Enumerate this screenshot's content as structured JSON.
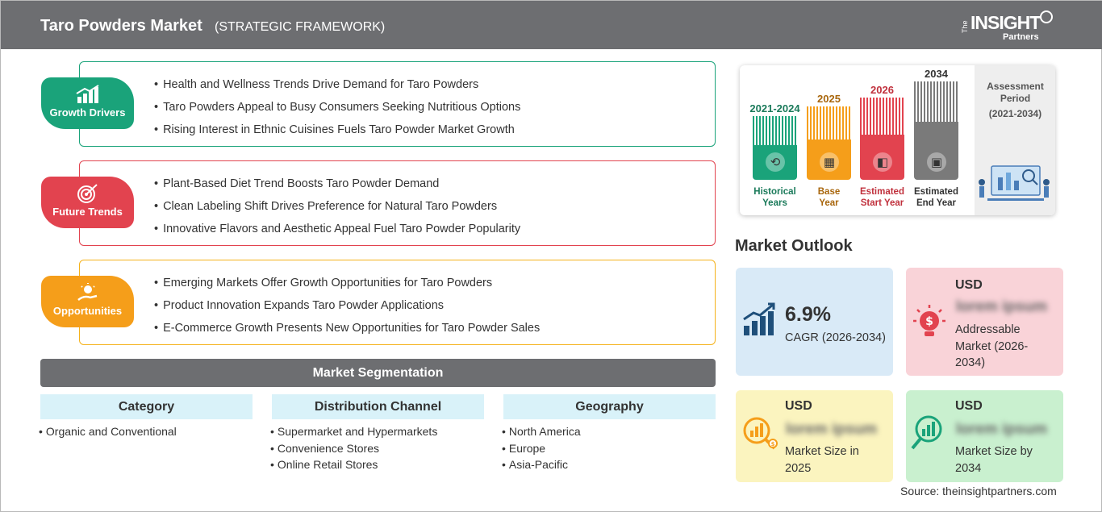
{
  "header": {
    "title": "Taro Powders Market",
    "subtitle": "(STRATEGIC FRAMEWORK)",
    "logo": {
      "the": "The",
      "insight": "INSIGHT",
      "partners": "Partners"
    }
  },
  "framework": [
    {
      "label": "Growth Drivers",
      "color": "#1aa37a",
      "icon": "bar-growth-icon",
      "items": [
        "Health and Wellness Trends Drive Demand for Taro Powders",
        "Taro Powders Appeal to Busy Consumers Seeking Nutritious Options",
        "Rising Interest in Ethnic Cuisines Fuels Taro Powder Market Growth"
      ]
    },
    {
      "label": "Future Trends",
      "color": "#e2434f",
      "icon": "target-icon",
      "items": [
        "Plant-Based Diet Trend Boosts Taro Powder Demand",
        "Clean Labeling Shift Drives Preference for Natural Taro Powders",
        "Innovative Flavors and Aesthetic Appeal Fuel Taro Powder Popularity"
      ]
    },
    {
      "label": "Opportunities",
      "color": "#f59e1a",
      "icon": "lightbulb-hand-icon",
      "items": [
        "Emerging Markets Offer Growth Opportunities for Taro Powders",
        "Product Innovation Expands Taro Powder Applications",
        "E-Commerce Growth Presents New Opportunities for Taro Powder Sales"
      ]
    }
  ],
  "segmentation": {
    "title": "Market Segmentation",
    "columns": [
      {
        "heading": "Category",
        "items": [
          "Organic and Conventional"
        ]
      },
      {
        "heading": "Distribution Channel",
        "items": [
          "Supermarket and Hypermarkets",
          "Convenience Stores",
          "Online Retail Stores"
        ]
      },
      {
        "heading": "Geography",
        "items": [
          "North America",
          "Europe",
          "Asia-Pacific"
        ]
      }
    ]
  },
  "assessment": {
    "title": "Assessment Period",
    "period": "(2021-2034)",
    "bars": [
      {
        "year": "2021-2024",
        "label": [
          "Historical",
          "Years"
        ],
        "color": "#1aa37a",
        "yearColor": "#1a7a5a",
        "icon": "history-icon"
      },
      {
        "year": "2025",
        "label": [
          "Base",
          "Year"
        ],
        "color": "#f59e1a",
        "yearColor": "#a8660c",
        "icon": "calendar-icon"
      },
      {
        "year": "2026",
        "label": [
          "Estimated",
          "Start Year"
        ],
        "color": "#e2434f",
        "yearColor": "#c0303c",
        "icon": "chart-start-icon"
      },
      {
        "year": "2034",
        "label": [
          "Estimated",
          "End Year"
        ],
        "color": "#7a7a7a",
        "yearColor": "#333333",
        "icon": "presentation-icon"
      }
    ]
  },
  "outlook": {
    "title": "Market Outlook",
    "cagr": {
      "value": "6.9%",
      "label": "CAGR (2026-2034)",
      "color": "#d9eaf7"
    },
    "addressable": {
      "usd": "USD",
      "value": "lorem ipsum",
      "label": [
        "Addressable",
        "Market (2026-",
        "2034)"
      ],
      "color": "#f9d3d8"
    },
    "size2025": {
      "usd": "USD",
      "value": "lorem ipsum",
      "label": [
        "Market Size in",
        "2025"
      ],
      "color": "#fbf4bf"
    },
    "size2034": {
      "usd": "USD",
      "value": "lorem ipsum",
      "label": [
        "Market Size by",
        "2034"
      ],
      "color": "#c9f0cf"
    }
  },
  "source": "Source: theinsightpartners.com"
}
